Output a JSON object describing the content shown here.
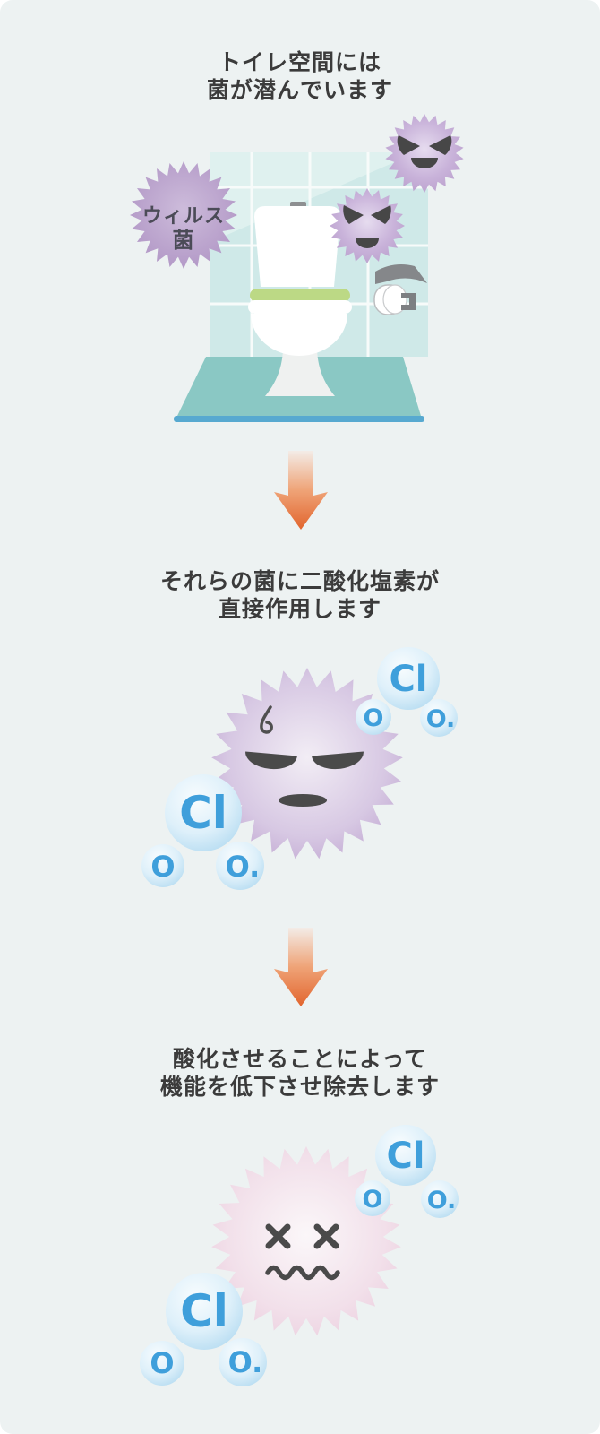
{
  "steps": [
    {
      "line1": "トイレ空間には",
      "line2": "菌が潜んでいます"
    },
    {
      "line1": "それらの菌に二酸化塩素が",
      "line2": "直接作用します"
    },
    {
      "line1": "酸化させることによって",
      "line2": "機能を低下させ除去します"
    }
  ],
  "virus_label": {
    "line1": "ウィルス",
    "line2": "菌"
  },
  "molecule": {
    "cl": "Cl",
    "o_left": "O",
    "o_right": "O."
  },
  "colors": {
    "background": "#edf2f2",
    "title_text": "#3b3b3b",
    "arrow_orange": "#e2662f",
    "germ_purple": "#b292c6",
    "germ_pink": "#e7c3d7",
    "virus_label_text": "#4b4b57",
    "face_dark": "#4a4a4a",
    "bubble_blue": "#b0d9f0",
    "molecule_text": "#3f9fdb",
    "tile": "#cfe9e8",
    "tile_shine": "#dff1ef",
    "grout": "#f7fbfa",
    "floor": "#8ac8c4",
    "floor_edge": "#57a9d0",
    "seat_green": "#bcd985",
    "toilet_white": "#ffffff",
    "pedestal_gray": "#eff1f0",
    "paper_gray": "#85878a"
  }
}
